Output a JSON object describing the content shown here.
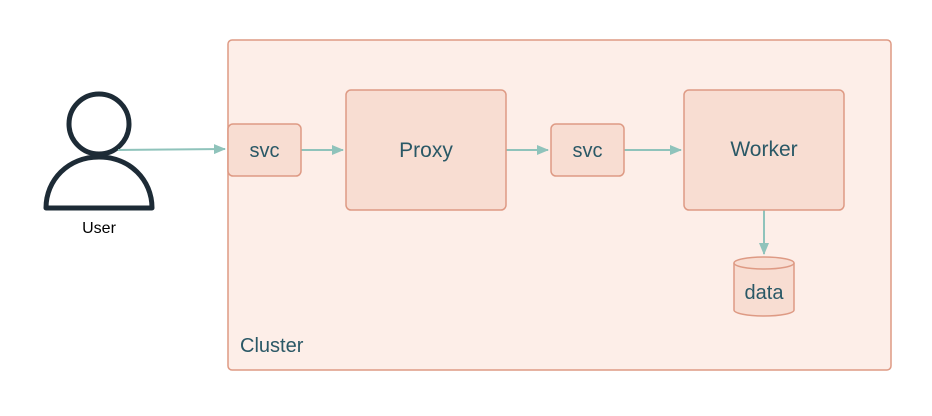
{
  "actor": {
    "label": "User",
    "icon": "user-icon"
  },
  "cluster": {
    "label": "Cluster"
  },
  "nodes": {
    "svc_in": {
      "label": "svc"
    },
    "proxy": {
      "label": "Proxy"
    },
    "svc_mid": {
      "label": "svc"
    },
    "worker": {
      "label": "Worker"
    },
    "data": {
      "label": "data",
      "icon": "database-icon"
    }
  },
  "edges": [
    {
      "from": "User",
      "to": "svc"
    },
    {
      "from": "svc",
      "to": "Proxy"
    },
    {
      "from": "Proxy",
      "to": "svc"
    },
    {
      "from": "svc",
      "to": "Worker"
    },
    {
      "from": "Worker",
      "to": "data"
    }
  ],
  "colors": {
    "cluster_fill": "#fdeee8",
    "node_fill": "#f8ddd2",
    "node_stroke": "#de9a84",
    "text": "#2a5866",
    "edge": "#8fc3bb",
    "actor_stroke": "#1d2b36"
  }
}
